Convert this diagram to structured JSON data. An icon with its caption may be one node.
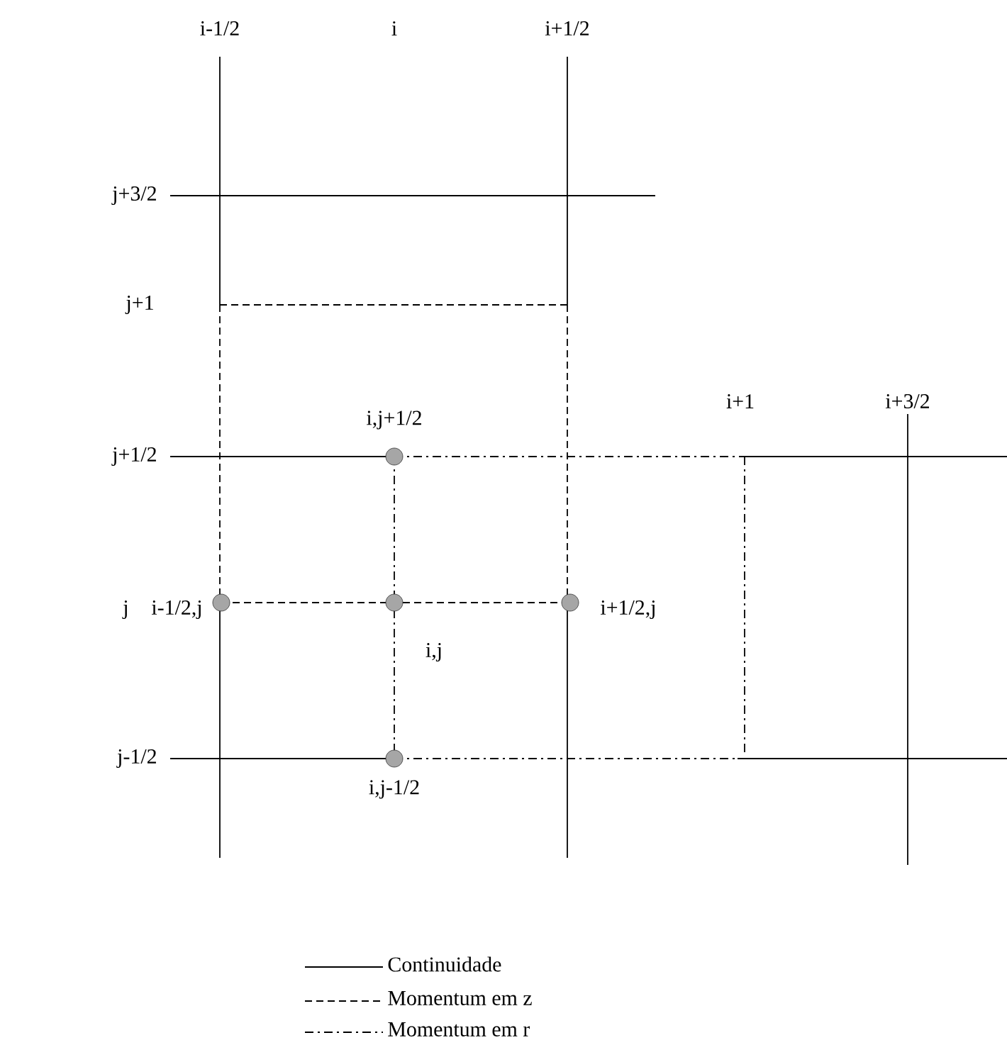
{
  "diagram": {
    "nodes": [
      {
        "text": [
          "i,j+1/2"
        ]
      },
      {
        "text": [
          "i-1/2,j"
        ]
      },
      {
        "text": [
          "i,j"
        ]
      },
      {
        "text": [
          "i+1/2,j"
        ]
      },
      {
        "text": [
          "i,j-1/2"
        ]
      }
    ],
    "labels": [
      "i-1/2",
      "i",
      "i+1/2",
      "j+3/2",
      "j+1",
      "i+1",
      "i+3/2",
      "j+1/2",
      "j",
      "j-1/2"
    ],
    "legend": [
      {
        "text": "Continuidade"
      },
      {
        "text": "Momentum em z"
      },
      {
        "text": "Momentum em r"
      }
    ]
  }
}
